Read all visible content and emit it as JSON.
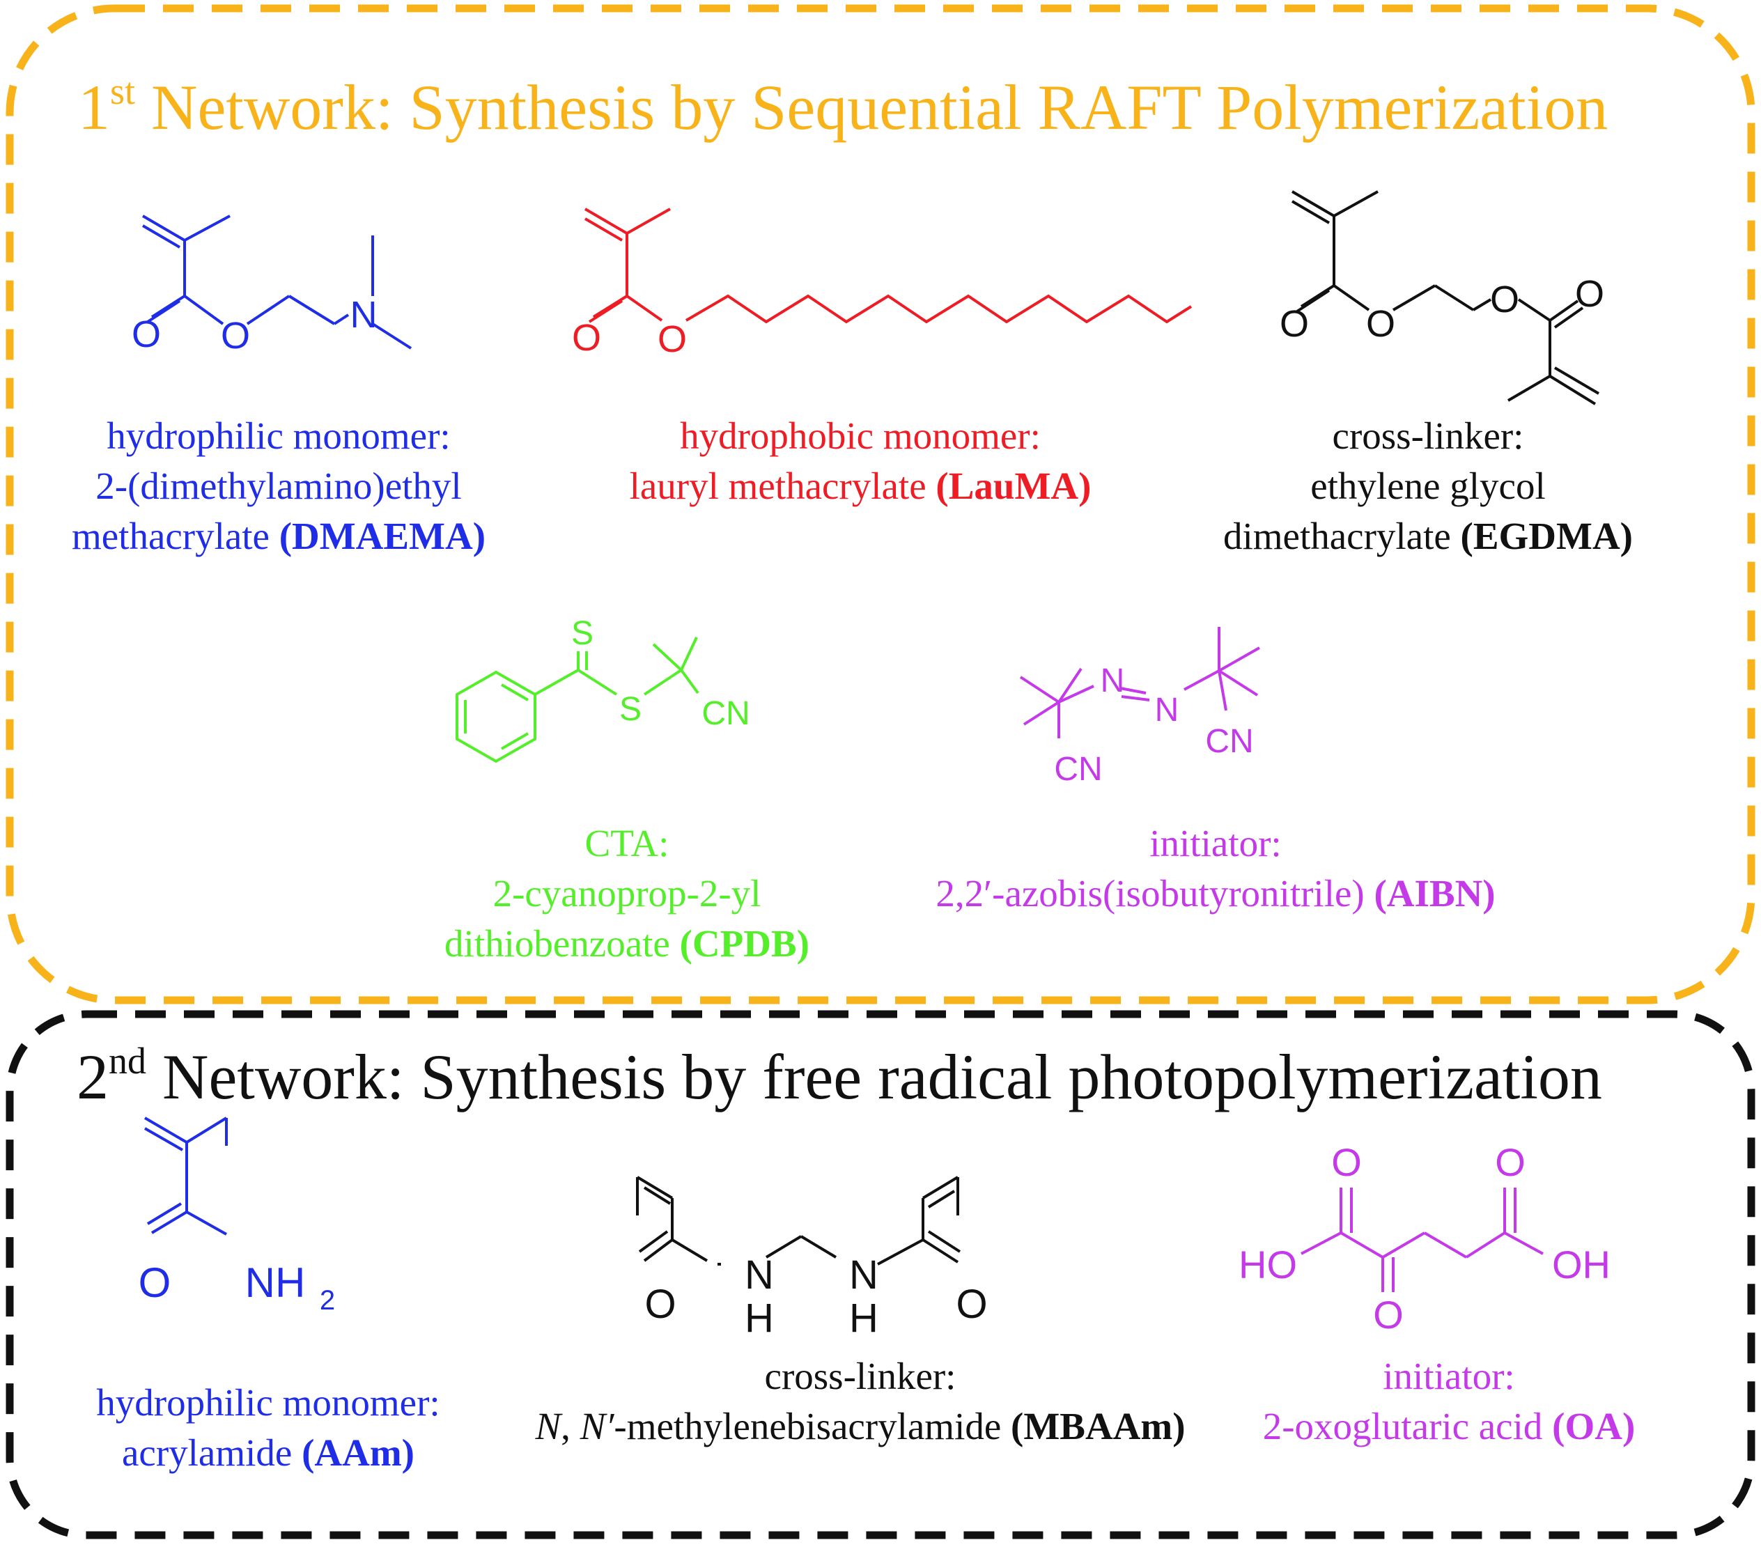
{
  "colors": {
    "orange": "#f7b319",
    "black": "#111111",
    "blue": "#1f2de6",
    "red": "#ee1c24",
    "green": "#55ee2a",
    "purple": "#c43ae8"
  },
  "network1": {
    "title_num": "1",
    "title_sup": "st",
    "title_rest": " Network: Synthesis by Sequential RAFT Polymerization",
    "dmaema": {
      "line1": "hydrophilic monomer:",
      "line2": "2-(dimethylamino)ethyl",
      "line3": "methacrylate ",
      "abbr": "(DMAEMA)",
      "atoms": {
        "o_carbonyl": "O",
        "o_ester": "O",
        "n": "N"
      }
    },
    "laUMA": {
      "line1": "hydrophobic monomer:",
      "line2": "lauryl methacrylate ",
      "abbr": "(LauMA)",
      "atoms": {
        "o_carbonyl": "O",
        "o_ester": "O"
      }
    },
    "egdma": {
      "line1": "cross-linker:",
      "line2": "ethylene glycol",
      "line3": "dimethacrylate ",
      "abbr": "(EGDMA)",
      "atoms": {
        "o1": "O",
        "o2": "O",
        "o3": "O",
        "o4": "O"
      }
    },
    "cpdb": {
      "line1": "CTA:",
      "line2": "2-cyanoprop-2-yl",
      "line3": "dithiobenzoate ",
      "abbr": "(CPDB)",
      "atoms": {
        "s_thione": "S",
        "s_thio": "S",
        "cn": "CN"
      }
    },
    "aibn": {
      "line1": "initiator:",
      "line2": "2,2′-azobis(isobutyronitrile) ",
      "abbr": "(AIBN)",
      "atoms": {
        "n1": "N",
        "n2": "N",
        "cn1": "CN",
        "cn2": "CN"
      }
    }
  },
  "network2": {
    "title_num": "2",
    "title_sup": "nd",
    "title_rest": " Network: Synthesis by free radical photopolymerization",
    "aam": {
      "line1": "hydrophilic monomer:",
      "line2": "acrylamide ",
      "abbr": "(AAm)",
      "atoms": {
        "o": "O",
        "nh": "NH",
        "sub2": "2"
      }
    },
    "mbaam": {
      "line1": "cross-linker:",
      "line2_italic1": "N",
      "line2_mid": ", ",
      "line2_italic2": "N′",
      "line2_rest": "-methylenebisacrylamide ",
      "abbr": "(MBAAm)",
      "atoms": {
        "o1": "O",
        "n1": "N",
        "h1": "H",
        "n2": "N",
        "h2": "H",
        "o2": "O"
      }
    },
    "oa": {
      "line1": "initiator:",
      "line2": "2-oxoglutaric acid ",
      "abbr": "(OA)",
      "atoms": {
        "ho": "HO",
        "o_left_top": "O",
        "o_keto": "O",
        "o_right_top": "O",
        "oh": "OH"
      }
    }
  }
}
